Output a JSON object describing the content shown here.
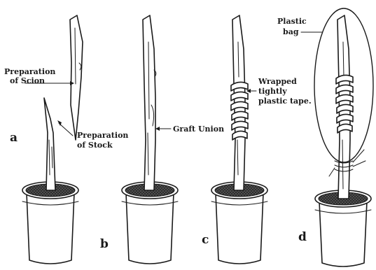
{
  "labels": {
    "scion": [
      "Preparation",
      "of Scion"
    ],
    "stock": [
      "Preparation",
      "of Stock"
    ],
    "graft_union": "Graft Union",
    "tape": [
      "Wrapped",
      "tightly",
      "plastic tape."
    ],
    "bag": [
      "Plastic",
      "bag"
    ]
  },
  "steps": {
    "a": "a",
    "b": "b",
    "c": "c",
    "d": "d"
  },
  "colors": {
    "ink": "#1a1a1a",
    "soil": "#3a3a3a",
    "background": "#ffffff"
  }
}
